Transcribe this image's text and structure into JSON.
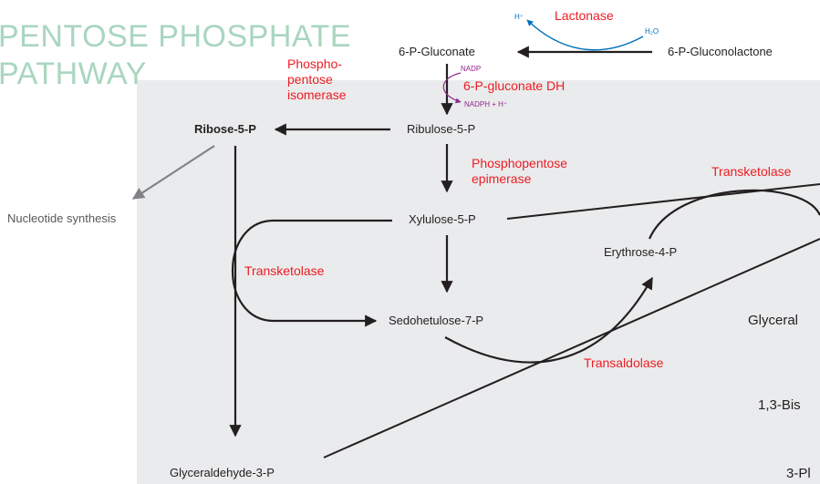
{
  "title": {
    "line1": "PENTOSE PHOSPHATE",
    "line2": "PATHWAY"
  },
  "metabolites": {
    "gluconate": "6-P-Gluconate",
    "gluconolactone": "6-P-Gluconolactone",
    "ribulose": "Ribulose-5-P",
    "ribose": "Ribose-5-P",
    "nucleotide": "Nucleotide synthesis",
    "xylulose": "Xylulose-5-P",
    "erythrose": "Erythrose-4-P",
    "sedoheptulose": "Sedohetulose-7-P",
    "g3p": "Glyceraldehyde-3-P"
  },
  "enzymes": {
    "lactonase": "Lactonase",
    "gluconate_dh": "6-P-gluconate DH",
    "isomerase": [
      "Phospho-",
      "pentose",
      "isomerase"
    ],
    "epimerase": [
      "Phosphopentose",
      "epimerase"
    ],
    "transketolase_right": "Transketolase",
    "transketolase_left": "Transketolase",
    "transaldolase": "Transaldolase"
  },
  "cofactors": {
    "h_plus": "H⁺",
    "water": "H₂O",
    "nadp": "NADP",
    "nadph": "NADPH + H⁺"
  },
  "cut_off": {
    "glyceral": "Glyceral",
    "bis": "1,3-Bis",
    "three_p": "3-Pl"
  },
  "colors": {
    "title": "#a9d6bf",
    "enzyme": "#ed1c24",
    "cofactor_purple": "#92278f",
    "cofactor_blue": "#0072bc",
    "panel": "#eaebec"
  }
}
